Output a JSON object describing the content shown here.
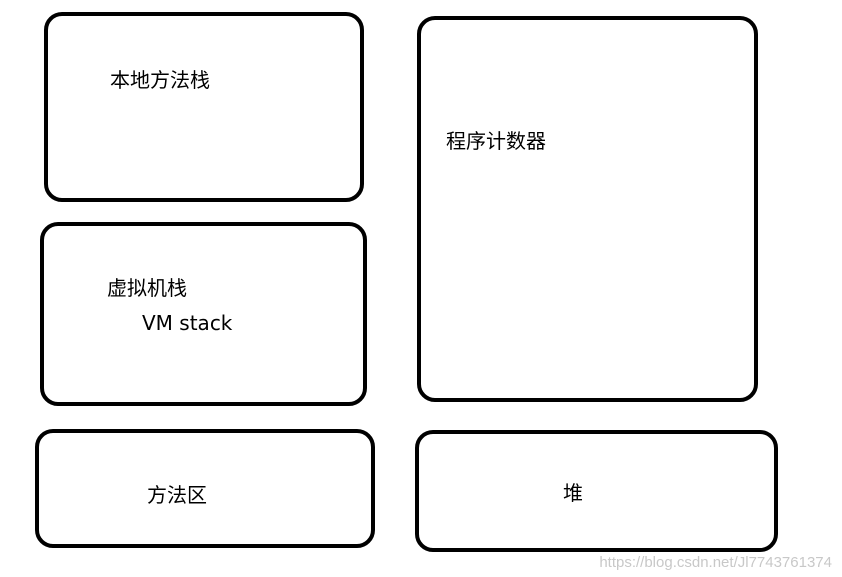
{
  "regions": {
    "native_method_stack": {
      "label": "本地方法栈"
    },
    "program_counter": {
      "label": "程序计数器"
    },
    "vm_stack": {
      "label": "虚拟机栈",
      "sublabel": "VM stack"
    },
    "method_area": {
      "label": "方法区"
    },
    "heap": {
      "label": "堆"
    }
  },
  "watermark": "https://blog.csdn.net/Jl7743761374",
  "colors": {
    "border": "#000000",
    "background": "#ffffff",
    "watermark": "#c8c8c8"
  }
}
